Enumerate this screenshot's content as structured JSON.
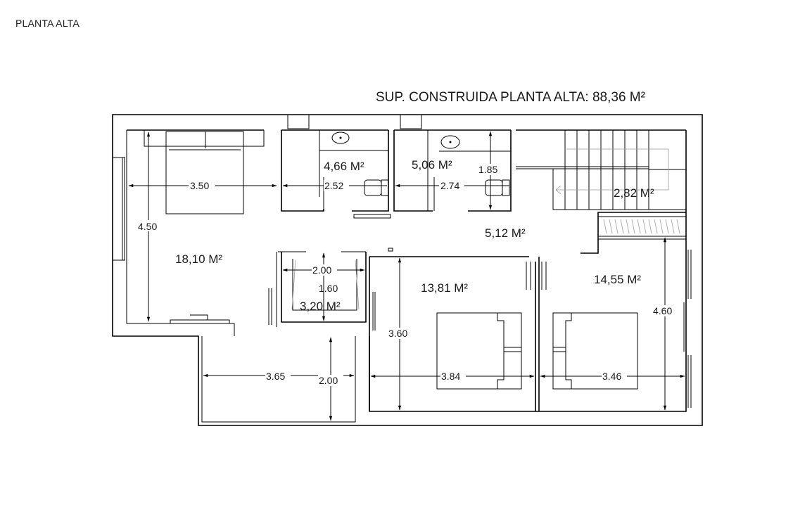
{
  "page": {
    "title": "PLANTA ALTA",
    "built_surface": "SUP. CONSTRUIDA PLANTA ALTA: 88,36 M²"
  },
  "rooms": {
    "master_bedroom": {
      "area": "18,10 M²",
      "width": "3.50",
      "depth": "4.50"
    },
    "bathroom_1": {
      "area": "4,66 M²",
      "width": "2.52"
    },
    "bathroom_2": {
      "area": "5,06 M²",
      "width": "2.74",
      "depth": "1.85"
    },
    "staircase": {
      "area": "2,82 M²"
    },
    "hallway": {
      "area": "5,12 M²"
    },
    "dressing_room": {
      "area": "3,20 M²",
      "width": "2.00",
      "depth": "1.60"
    },
    "bedroom_2": {
      "area": "13,81 M²",
      "width": "3.84",
      "depth": "3.60"
    },
    "bedroom_3": {
      "area": "14,55 M²",
      "width": "3.46",
      "depth": "4.60"
    },
    "terrace": {
      "width": "3.65",
      "depth": "2.00"
    }
  }
}
